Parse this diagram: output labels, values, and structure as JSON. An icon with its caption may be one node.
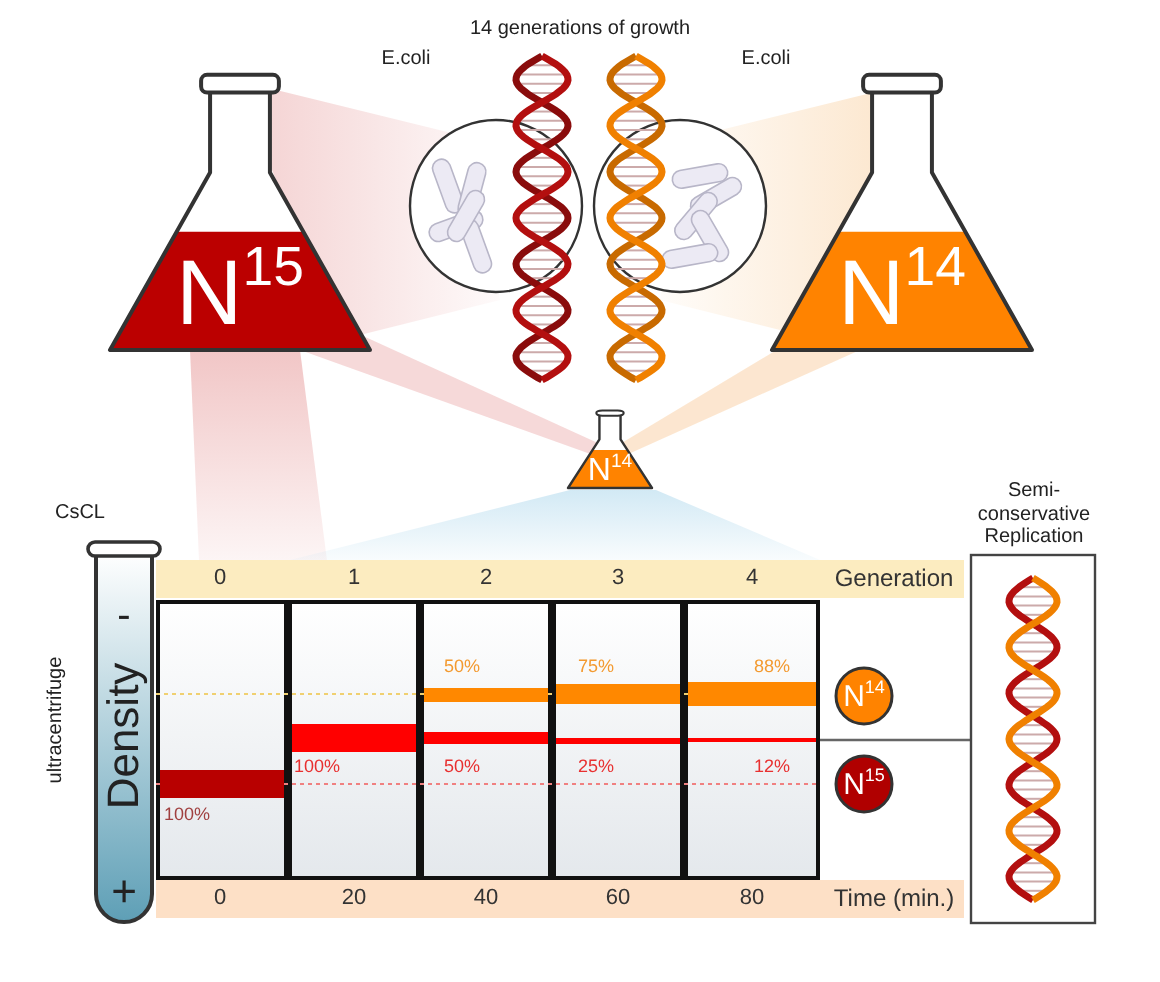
{
  "diagram": {
    "title": "14 generations of growth",
    "nodes": [
      {
        "text": [
          "N$^{15}$"
        ]
      },
      {
        "text": [
          "N$^{14}$"
        ]
      },
      {
        "text": [
          "N$^{14}$"
        ]
      },
      {
        "text": [
          "-",
          "Density",
          "+"
        ],
        "beside": [
          "CsCL",
          "ultracentrifuge"
        ]
      },
      {
        "text": [],
        "shape": "box"
      },
      {
        "text": [
          "N$^{14}$"
        ]
      },
      {
        "text": [
          "N$^{15}$"
        ]
      },
      {
        "text": [],
        "shape": "picture",
        "beside": [
          "Semi-conservative Replication"
        ]
      }
    ],
    "edges": [
      {
        "from": 4,
        "to": 7,
        "arrow": "none"
      }
    ],
    "labels": [
      "E.coli",
      "E.coli",
      "0",
      "1",
      "2",
      "3",
      "4",
      "Generation",
      "50%",
      "75%",
      "88%",
      "100%",
      "50%",
      "25%",
      "12%",
      "100%",
      "0",
      "20",
      "40",
      "60",
      "80",
      "Time (min.)"
    ]
  }
}
